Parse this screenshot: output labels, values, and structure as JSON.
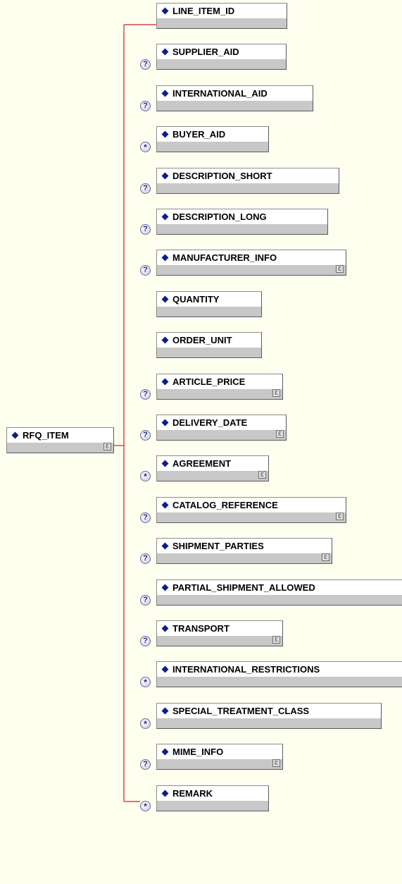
{
  "root": {
    "label": "RFQ_ITEM",
    "has_complex_type": true
  },
  "children": [
    {
      "label": "LINE_ITEM_ID",
      "occurrence": "required",
      "has_complex_type": false
    },
    {
      "label": "SUPPLIER_AID",
      "occurrence": "optional",
      "has_complex_type": false
    },
    {
      "label": "INTERNATIONAL_AID",
      "occurrence": "optional",
      "has_complex_type": false
    },
    {
      "label": "BUYER_AID",
      "occurrence": "zero-or-more",
      "has_complex_type": false
    },
    {
      "label": "DESCRIPTION_SHORT",
      "occurrence": "optional",
      "has_complex_type": false
    },
    {
      "label": "DESCRIPTION_LONG",
      "occurrence": "optional",
      "has_complex_type": false
    },
    {
      "label": "MANUFACTURER_INFO",
      "occurrence": "optional",
      "has_complex_type": true
    },
    {
      "label": "QUANTITY",
      "occurrence": "required",
      "has_complex_type": false
    },
    {
      "label": "ORDER_UNIT",
      "occurrence": "required",
      "has_complex_type": false
    },
    {
      "label": "ARTICLE_PRICE",
      "occurrence": "optional",
      "has_complex_type": true
    },
    {
      "label": "DELIVERY_DATE",
      "occurrence": "optional",
      "has_complex_type": true
    },
    {
      "label": "AGREEMENT",
      "occurrence": "zero-or-more",
      "has_complex_type": true
    },
    {
      "label": "CATALOG_REFERENCE",
      "occurrence": "optional",
      "has_complex_type": true
    },
    {
      "label": "SHIPMENT_PARTIES",
      "occurrence": "optional",
      "has_complex_type": true
    },
    {
      "label": "PARTIAL_SHIPMENT_ALLOWED",
      "occurrence": "optional",
      "has_complex_type": false
    },
    {
      "label": "TRANSPORT",
      "occurrence": "optional",
      "has_complex_type": true
    },
    {
      "label": "INTERNATIONAL_RESTRICTIONS",
      "occurrence": "zero-or-more",
      "has_complex_type": false
    },
    {
      "label": "SPECIAL_TREATMENT_CLASS",
      "occurrence": "zero-or-more",
      "has_complex_type": false
    },
    {
      "label": "MIME_INFO",
      "occurrence": "optional",
      "has_complex_type": true
    },
    {
      "label": "REMARK",
      "occurrence": "zero-or-more",
      "has_complex_type": false
    }
  ],
  "symbols": {
    "optional": "?",
    "zero-or-more": "*",
    "complex_type": "Ɛ"
  },
  "colors": {
    "background": "#FFFFF0",
    "connector": "#CC2222",
    "diamond": "#0A1E8C",
    "bar": "#C8C8C8"
  }
}
